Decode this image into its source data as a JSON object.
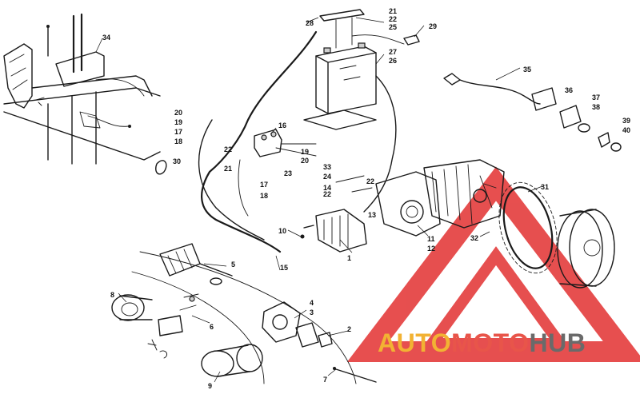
{
  "callouts": [
    {
      "id": "c1",
      "label": "1"
    },
    {
      "id": "c2",
      "label": "2"
    },
    {
      "id": "c3",
      "label": "3"
    },
    {
      "id": "c4",
      "label": "4"
    },
    {
      "id": "c5",
      "label": "5"
    },
    {
      "id": "c6",
      "label": "6"
    },
    {
      "id": "c7",
      "label": "7"
    },
    {
      "id": "c8",
      "label": "8"
    },
    {
      "id": "c9",
      "label": "9"
    },
    {
      "id": "c10",
      "label": "10"
    },
    {
      "id": "c11",
      "label": "11"
    },
    {
      "id": "c12",
      "label": "12"
    },
    {
      "id": "c13",
      "label": "13"
    },
    {
      "id": "c14",
      "label": "14"
    },
    {
      "id": "c15",
      "label": "15"
    },
    {
      "id": "c16",
      "label": "16"
    },
    {
      "id": "c17a",
      "label": "17"
    },
    {
      "id": "c17b",
      "label": "17"
    },
    {
      "id": "c18a",
      "label": "18"
    },
    {
      "id": "c18b",
      "label": "18"
    },
    {
      "id": "c19a",
      "label": "19"
    },
    {
      "id": "c19b",
      "label": "19"
    },
    {
      "id": "c20a",
      "label": "20"
    },
    {
      "id": "c20b",
      "label": "20"
    },
    {
      "id": "c21a",
      "label": "21"
    },
    {
      "id": "c21b",
      "label": "21"
    },
    {
      "id": "c22a",
      "label": "22"
    },
    {
      "id": "c22b",
      "label": "22"
    },
    {
      "id": "c22c",
      "label": "22"
    },
    {
      "id": "c22d",
      "label": "22"
    },
    {
      "id": "c23",
      "label": "23"
    },
    {
      "id": "c24",
      "label": "24"
    },
    {
      "id": "c25",
      "label": "25"
    },
    {
      "id": "c26",
      "label": "26"
    },
    {
      "id": "c27",
      "label": "27"
    },
    {
      "id": "c28",
      "label": "28"
    },
    {
      "id": "c29",
      "label": "29"
    },
    {
      "id": "c30",
      "label": "30"
    },
    {
      "id": "c31",
      "label": "31"
    },
    {
      "id": "c32",
      "label": "32"
    },
    {
      "id": "c33",
      "label": "33"
    },
    {
      "id": "c34",
      "label": "34"
    },
    {
      "id": "c35",
      "label": "35"
    },
    {
      "id": "c36",
      "label": "36"
    },
    {
      "id": "c37",
      "label": "37"
    },
    {
      "id": "c38",
      "label": "38"
    },
    {
      "id": "c39",
      "label": "39"
    },
    {
      "id": "c40",
      "label": "40"
    }
  ],
  "watermark": {
    "part1": "AUTO",
    "part2": "MOTO",
    "part3": "HUB",
    "color1": "#f2b233",
    "color2": "#e8554a",
    "color3": "#6a6a6a",
    "triangle_color": "#e43c3c"
  }
}
